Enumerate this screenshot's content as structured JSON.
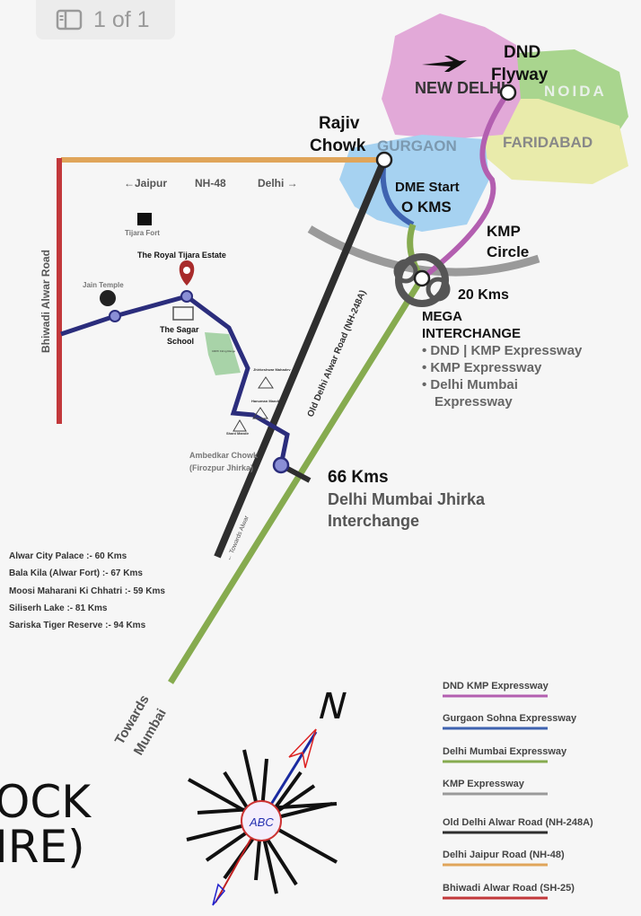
{
  "viewer": {
    "page_indicator": "1 of 1",
    "sidebar_icon": "sidebar-toggle-icon"
  },
  "regions": {
    "new_delhi": "NEW DELHI",
    "noida": "NOIDA",
    "faridabad": "FARIDABAD",
    "gurgaon": "GURGAON"
  },
  "labels": {
    "dnd_flyway_1": "DND",
    "dnd_flyway_2": "Flyway",
    "rajiv_1": "Rajiv",
    "rajiv_2": "Chowk",
    "dme_start": "DME Start",
    "zero_kms": "O KMS",
    "kmp_1": "KMP",
    "kmp_2": "Circle",
    "twenty_kms": "20 Kms",
    "mega_1": "MEGA",
    "mega_2": "INTERCHANGE",
    "mega_items": [
      "• DND | KMP Expressway",
      "• KMP Expressway",
      "• Delhi Mumbai",
      "Expressway"
    ],
    "sixty_six": "66 Kms",
    "jhirka_1": "Delhi Mumbai Jhirka",
    "jhirka_2": "Interchange",
    "jaipur": "←Jaipur",
    "nh48": "NH-48",
    "delhi": "Delhi →",
    "bhiwadi": "Bhiwadi Alwar Road",
    "old_delhi": "Old Delhi Alwar Road (NH-248A)",
    "tijara_fort": "Tijara Fort",
    "estate": "The Royal Tijara Estate",
    "jain": "Jain Temple",
    "sagar_1": "The Sagar",
    "sagar_2": "School",
    "crpf": "CRPF Firing Range",
    "jhirkeshwar": "Jhirkeshwar Mahadev",
    "hanuman": "Hanuman Mandir",
    "shani": "Shani Mandir",
    "ambedkar_1": "Ambedkar Chowk",
    "ambedkar_2": "(Firozpur Jhirka)",
    "towards_alwar": "← Towards Alwar",
    "towards_mumbai_1": "Towards",
    "towards_mumbai_2": "Mumbai",
    "north": "N",
    "compass_center": "ABC"
  },
  "distances": [
    "Alwar City Palace :- 60 Kms",
    "Bala Kila (Alwar Fort) :- 67 Kms",
    "Moosi Maharani Ki Chhatri :- 59 Kms",
    "Siliserh Lake :- 81 Kms",
    "Sariska Tiger Reserve :- 94 Kms"
  ],
  "legend": [
    {
      "label": "DND KMP Expressway",
      "color": "#b35fb0"
    },
    {
      "label": "Gurgaon Sohna Expressway",
      "color": "#3f63b0"
    },
    {
      "label": "Delhi Mumbai Expressway",
      "color": "#86ab4f"
    },
    {
      "label": "KMP Expressway",
      "color": "#9a9a9a"
    },
    {
      "label": "Old Delhi Alwar Road (NH-248A)",
      "color": "#2e2e2e"
    },
    {
      "label": "Delhi Jaipur Road (NH-48)",
      "color": "#e0a55a"
    },
    {
      "label": "Bhiwadi Alwar Road (SH-25)",
      "color": "#c2383b"
    }
  ],
  "fragment": {
    "line1": "OCK",
    "line2": "IRE)"
  }
}
